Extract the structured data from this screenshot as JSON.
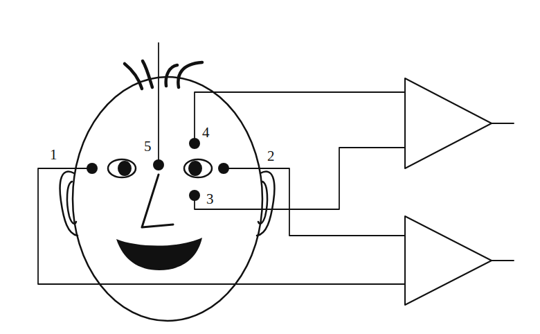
{
  "diagram": {
    "labels": [
      "4",
      "5",
      "1",
      "2",
      "3"
    ]
  }
}
